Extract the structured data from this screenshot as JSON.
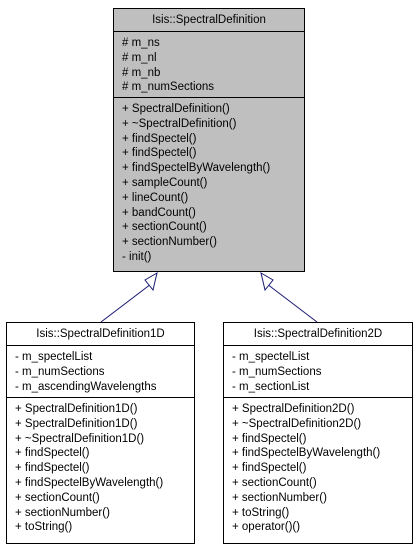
{
  "base": {
    "name": "Isis::SpectralDefinition",
    "attributes": [
      "# m_ns",
      "# m_nl",
      "# m_nb",
      "# m_numSections"
    ],
    "methods": [
      "+ SpectralDefinition()",
      "+ ~SpectralDefinition()",
      "+ findSpectel()",
      "+ findSpectel()",
      "+ findSpectelByWavelength()",
      "+ sampleCount()",
      "+ lineCount()",
      "+ bandCount()",
      "+ sectionCount()",
      "+ sectionNumber()",
      "- init()"
    ]
  },
  "derived": [
    {
      "name": "Isis::SpectralDefinition1D",
      "attributes": [
        "- m_spectelList",
        "- m_numSections",
        "- m_ascendingWavelengths"
      ],
      "methods": [
        "+ SpectralDefinition1D()",
        "+ SpectralDefinition1D()",
        "+ ~SpectralDefinition1D()",
        "+ findSpectel()",
        "+ findSpectel()",
        "+ findSpectelByWavelength()",
        "+ sectionCount()",
        "+ sectionNumber()",
        "+ toString()"
      ]
    },
    {
      "name": "Isis::SpectralDefinition2D",
      "attributes": [
        "- m_spectelList",
        "- m_numSections",
        "- m_sectionList"
      ],
      "methods": [
        "+ SpectralDefinition2D()",
        "+ ~SpectralDefinition2D()",
        "+ findSpectel()",
        "+ findSpectelByWavelength()",
        "+ findSpectel()",
        "+ sectionCount()",
        "+ sectionNumber()",
        "+ toString()",
        "+ operator()()"
      ]
    }
  ],
  "colors": {
    "base_fill": "#bfbfbf",
    "derived_fill": "#ffffff",
    "edge": "#191970"
  }
}
